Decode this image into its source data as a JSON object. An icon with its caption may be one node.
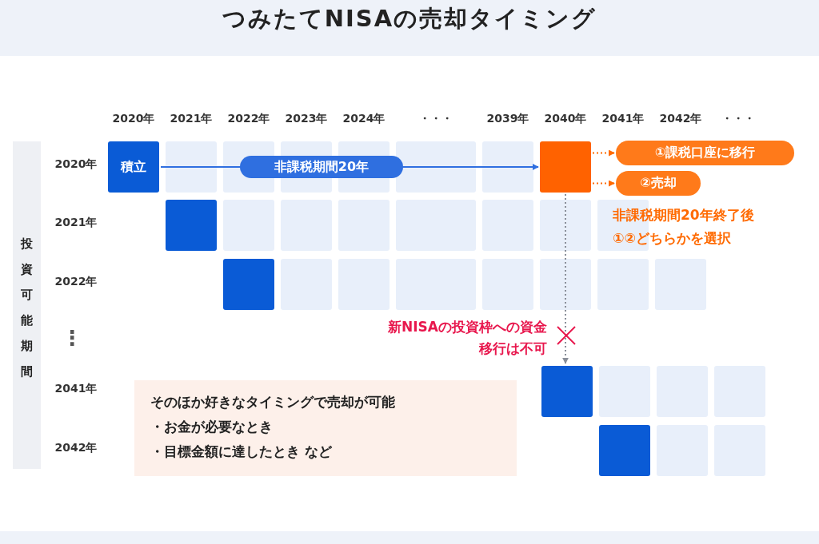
{
  "diagram": {
    "title": "つみたてNISAの売却タイミング",
    "nodes": [
      {
        "text": [
          "投資可能期間"
        ]
      },
      {
        "text": [
          "積立"
        ]
      },
      {
        "text": [],
        "shape": "box"
      },
      {
        "text": [
          "①課税口座に移行"
        ]
      },
      {
        "text": [
          "②売却"
        ]
      },
      {
        "text": [],
        "shape": "box"
      },
      {
        "text": [],
        "shape": "box"
      },
      {
        "text": [],
        "shape": "box"
      },
      {
        "text": [],
        "shape": "box"
      },
      {
        "text": [
          "そのほか好きなタイミングで売却が可能",
          "・お金が必要なとき",
          "・目標金額に達したとき など"
        ]
      }
    ],
    "edges": [
      {
        "from": 1,
        "to": 2,
        "arrow": "to",
        "label": "非課税期間20年",
        "color": "#2f6fe0"
      },
      {
        "from": 2,
        "to": 3,
        "arrow": "to",
        "style": "dashed",
        "color": "#ff6a00"
      },
      {
        "from": 2,
        "to": 4,
        "arrow": "to",
        "style": "dashed",
        "color": "#ff6a00"
      },
      {
        "from": 2,
        "to": 7,
        "arrow": "to",
        "style": "dashed",
        "color": "#8a8f99"
      }
    ],
    "labels": [
      "2020年",
      "2021年",
      "2022年",
      "2023年",
      "2024年",
      "・・・",
      "2039年",
      "2040年",
      "2041年",
      "2042年",
      "・・・",
      "2020年",
      "2021年",
      "2022年",
      "⋮",
      "2041年",
      "2042年",
      "非課税期間20年終了後①②どちらかを選択",
      "新NISAの投資枠への資金移行は不可"
    ]
  }
}
